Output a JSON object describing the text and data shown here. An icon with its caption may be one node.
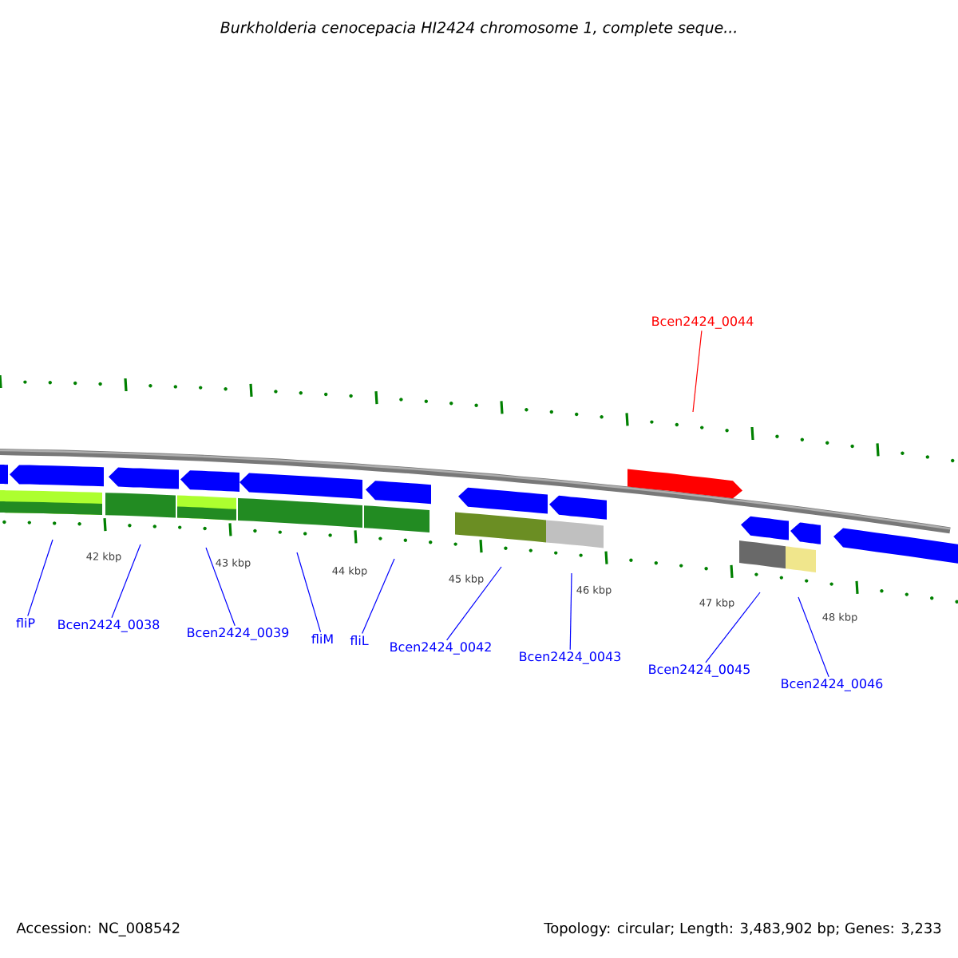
{
  "diagram": {
    "title": "Burkholderia cenocepacia HI2424 chromosome 1, complete seque...",
    "nodes": [
      {
        "text": [
          "fliP"
        ]
      },
      {
        "text": [
          "Bcen2424_0038"
        ]
      },
      {
        "text": [
          "Bcen2424_0039"
        ]
      },
      {
        "text": [
          "fliM"
        ]
      },
      {
        "text": [
          "fliL"
        ]
      },
      {
        "text": [
          "Bcen2424_0042"
        ]
      },
      {
        "text": [
          "Bcen2424_0043"
        ]
      },
      {
        "text": [
          "Bcen2424_0044"
        ]
      },
      {
        "text": [
          "Bcen2424_0045"
        ]
      },
      {
        "text": [
          "Bcen2424_0046"
        ]
      }
    ],
    "edges": [
      {
        "from": 0,
        "to": null,
        "arrow": "none"
      },
      {
        "from": 1,
        "to": null,
        "arrow": "none"
      },
      {
        "from": 2,
        "to": null,
        "arrow": "none"
      },
      {
        "from": 3,
        "to": null,
        "arrow": "none"
      },
      {
        "from": 4,
        "to": null,
        "arrow": "none"
      },
      {
        "from": 5,
        "to": null,
        "arrow": "none"
      },
      {
        "from": 6,
        "to": null,
        "arrow": "none"
      },
      {
        "from": 7,
        "to": null,
        "arrow": "none",
        "color": "#ff0000"
      },
      {
        "from": 8,
        "to": null,
        "arrow": "none"
      },
      {
        "from": 9,
        "to": null,
        "arrow": "none"
      }
    ],
    "labels": [
      "42 kbp",
      "43 kbp",
      "44 kbp",
      "45 kbp",
      "46 kbp",
      "47 kbp",
      "48 kbp",
      "Accession: NC_008542",
      "Topology: circular; Length: 3,483,902 bp; Genes: 3,233"
    ]
  }
}
